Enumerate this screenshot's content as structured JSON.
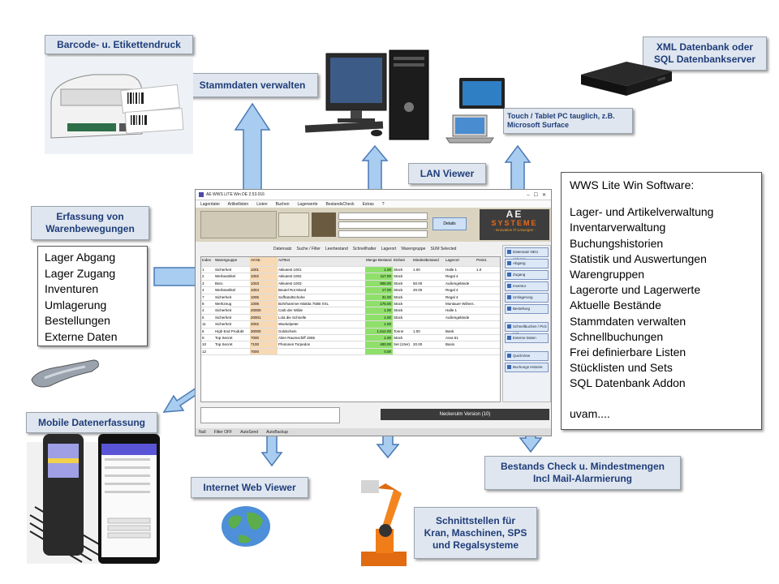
{
  "labels": {
    "barcode": "Barcode- u. Etikettendruck",
    "stammdaten": "Stammdaten verwalten",
    "xml": "XML Datenbank oder\nSQL Datenbankserver",
    "touch": "Touch / Tablet PC tauglich, z.B.\nMicrosoft Surface",
    "lan": "LAN Viewer",
    "erfassung": "Erfassung von\nWarenbewegungen",
    "mobile": "Mobile Datenerfassung",
    "internet": "Internet Web Viewer",
    "bestands": "Bestands Check u. Mindestmengen\nIncl Mail-Alarmierung",
    "schnitt": "Schnittstellen für\nKran, Maschinen, SPS\nund Regalsysteme"
  },
  "left_list": [
    "Lager Abgang",
    "Lager Zugang",
    "Inventuren",
    "Umlagerung",
    "Bestellungen",
    "Externe Daten"
  ],
  "features": {
    "title": "WWS Lite Win Software:",
    "items": [
      "Lager- und Artikelverwaltung",
      "Inventarverwaltung",
      "Buchungshistorien",
      "Statistik und Auswertungen",
      "Warengruppen",
      "Lagerorte und Lagerwerte",
      "Aktuelle Bestände",
      "Stammdaten verwalten",
      "Schnellbuchungen",
      "Frei definierbare Listen",
      "Stücklisten und Sets",
      "SQL Datenbank Addon"
    ],
    "footer": "uvam...."
  },
  "app": {
    "title": "AE WWS LITE Win DE 2.53.016",
    "menu": [
      "Lagerdatei",
      "Artikellisten",
      "Listen",
      "Buchen",
      "Lagerwerte",
      "BestandsCheck",
      "Extras",
      "?"
    ],
    "logo_top": "AE",
    "logo_bottom": "SYSTEME",
    "logo_tag": "- Innovative IT-Lösungen -",
    "details": "Details",
    "columns": [
      "Index",
      "Warengruppe",
      "Art.Nr.",
      "ArtText",
      "Menge Bestand",
      "Einheit",
      "Mindestbestand",
      "Lagerort",
      "Preis1"
    ],
    "rows": [
      [
        "1",
        "Sicherheit",
        "1001",
        "Akkutest 1001",
        "1.00",
        "Stück",
        "1.00",
        "Halle 1",
        "1.0"
      ],
      [
        "2",
        "Werbeartikel",
        "1002",
        "Akkutest 1002",
        "117.00",
        "Stück",
        "",
        "Regal 4",
        ""
      ],
      [
        "3",
        "Büro",
        "1003",
        "Akkutest 1003",
        "905.00",
        "Stück",
        "50.00",
        "Außengelände",
        ""
      ],
      [
        "4",
        "Werbeartikel",
        "1004",
        "Beutel Rot Mixed",
        "17.00",
        "Stück",
        "20.00",
        "Regal 4",
        ""
      ],
      [
        "7",
        "Sicherheit",
        "1005",
        "Suffrandtschuhe",
        "31.00",
        "Stück",
        "",
        "Regal 4",
        ""
      ],
      [
        "8",
        "Werkzeug",
        "1006",
        "Bohrhammer Makita 750B XXL",
        "176.00",
        "Stück",
        "",
        "Montauer Wilmer...",
        ""
      ],
      [
        "4",
        "Sicherheit",
        "20000",
        "Carb der Wilde",
        "1.00",
        "Stück",
        "",
        "Halle 1",
        ""
      ],
      [
        "5",
        "Sicherheit",
        "20001",
        "Lola die Schnelle",
        "1.00",
        "Stück",
        "",
        "Außengelände",
        ""
      ],
      [
        "11",
        "Sicherheit",
        "2002",
        "Wackelpeter",
        "1.00",
        "",
        "",
        "",
        ""
      ],
      [
        "6",
        "High End Produkt",
        "30000",
        "Goldschein",
        "1,512.00",
        "Tonne",
        "1.00",
        "Bank",
        ""
      ],
      [
        "9",
        "Top Secret",
        "7000",
        "Alien Raumschiff 1955",
        "1.00",
        "Stück",
        "",
        "Area 51",
        ""
      ],
      [
        "10",
        "Top Secret",
        "7100",
        "Photonen Torpedos",
        "400.00",
        "Set (10er)",
        "20.00",
        "Basis",
        ""
      ],
      [
        "12",
        "",
        "7000",
        "",
        "0.00",
        "",
        "",
        "",
        ""
      ]
    ],
    "side_buttons": [
      "Datensatz NEU anlegen",
      "Abgang",
      "Zugang",
      "Inventur",
      "Umlagerung",
      "Bestellung",
      "Schnellbuchen / Pick List",
      "Externe Daten",
      "QuickView",
      "Buchungs Historie"
    ],
    "toolbar": [
      "Datensatz",
      "Suche / Filter",
      "Leerbestand",
      "Schnellhalter",
      "Lagerort",
      "Warengruppe",
      "SUM Selected"
    ],
    "status_text": "Neckerulm Version (10)",
    "bottom_status": [
      "Null",
      "Filter OFF",
      "AutoSend",
      "AutoBackup"
    ]
  },
  "colors": {
    "label_bg": "#dfe6ef",
    "label_text": "#1f3d7a",
    "arrow_fill": "#a9cdf0",
    "arrow_stroke": "#4b79b4"
  }
}
